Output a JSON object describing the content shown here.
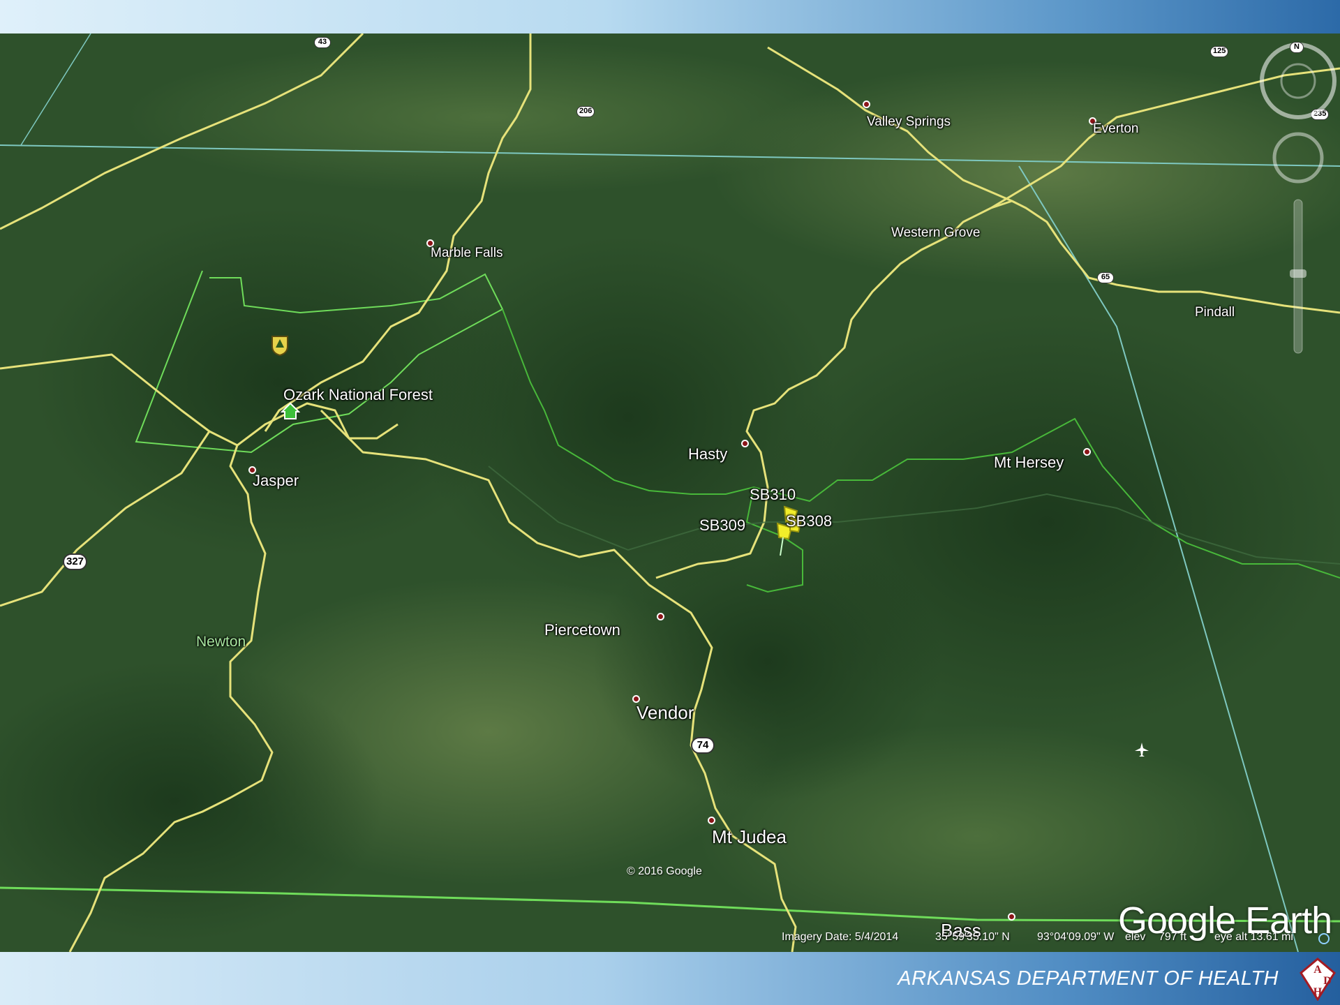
{
  "footer": {
    "org": "ARKANSAS DEPARTMENT OF HEALTH",
    "logo_letters": [
      "A",
      "D",
      "H"
    ]
  },
  "map": {
    "places": [
      {
        "id": "valley-springs",
        "label": "Valley Springs"
      },
      {
        "id": "everton",
        "label": "Everton"
      },
      {
        "id": "marble-falls",
        "label": "Marble Falls"
      },
      {
        "id": "western-grove",
        "label": "Western Grove"
      },
      {
        "id": "pindall",
        "label": "Pindall"
      },
      {
        "id": "ozark-national-forest",
        "label": "Ozark National Forest"
      },
      {
        "id": "jasper",
        "label": "Jasper"
      },
      {
        "id": "hasty",
        "label": "Hasty"
      },
      {
        "id": "mt-hersey",
        "label": "Mt Hersey"
      },
      {
        "id": "newton",
        "label": "Newton"
      },
      {
        "id": "piercetown",
        "label": "Piercetown"
      },
      {
        "id": "vendor",
        "label": "Vendor"
      },
      {
        "id": "mt-judea",
        "label": "Mt Judea"
      },
      {
        "id": "bass",
        "label": "Bass"
      }
    ],
    "sites": [
      "SB310",
      "SB309",
      "SB308"
    ],
    "route_shields": [
      "43",
      "206",
      "125",
      "235",
      "65",
      "327",
      "74"
    ],
    "compass_north": "N",
    "copyright": "© 2016 Google",
    "brand": "Google Earth",
    "status": {
      "imagery_date": "Imagery Date: 5/4/2014",
      "lat": "35°59'35.10\" N",
      "lon": "93°04'09.09\" W",
      "elev_label": "elev",
      "elev": "797 ft",
      "eye_alt": "eye alt  13.61 mi"
    }
  },
  "colors": {
    "terrain": "#2c4f2a",
    "road": "#e6e27a",
    "boundary": "#6fdc5a",
    "county_line": "#7ec8c0",
    "pushpin": "#f2ee2a"
  }
}
